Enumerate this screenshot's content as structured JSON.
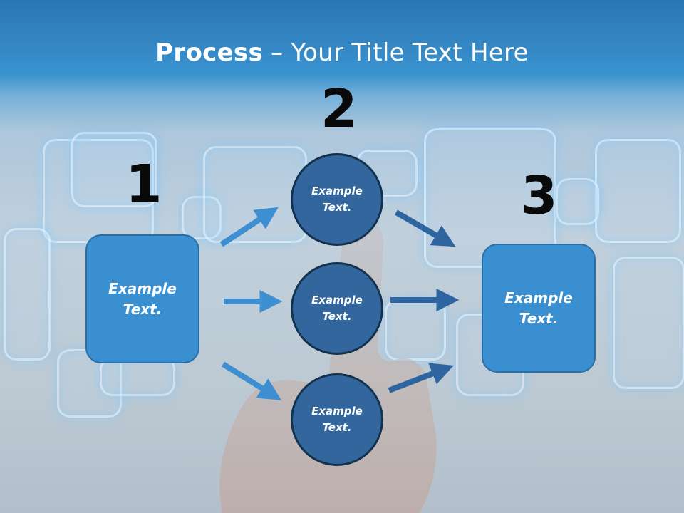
{
  "title": {
    "bold": "Process",
    "rest": " – Your Title Text Here"
  },
  "steps": {
    "one": {
      "number": "1",
      "label": "Example\nText."
    },
    "two": {
      "number": "2",
      "circles": [
        {
          "label": "Example\nText."
        },
        {
          "label": "Example\nText."
        },
        {
          "label": "Example\nText."
        }
      ]
    },
    "three": {
      "number": "3",
      "label": "Example\nText."
    }
  },
  "colors": {
    "box_fill": "#3a8fd0",
    "circle_fill": "#33669c",
    "arrow_light": "#3d8fd1",
    "arrow_dark": "#2e64a0",
    "number_text": "#0a0a0a"
  }
}
